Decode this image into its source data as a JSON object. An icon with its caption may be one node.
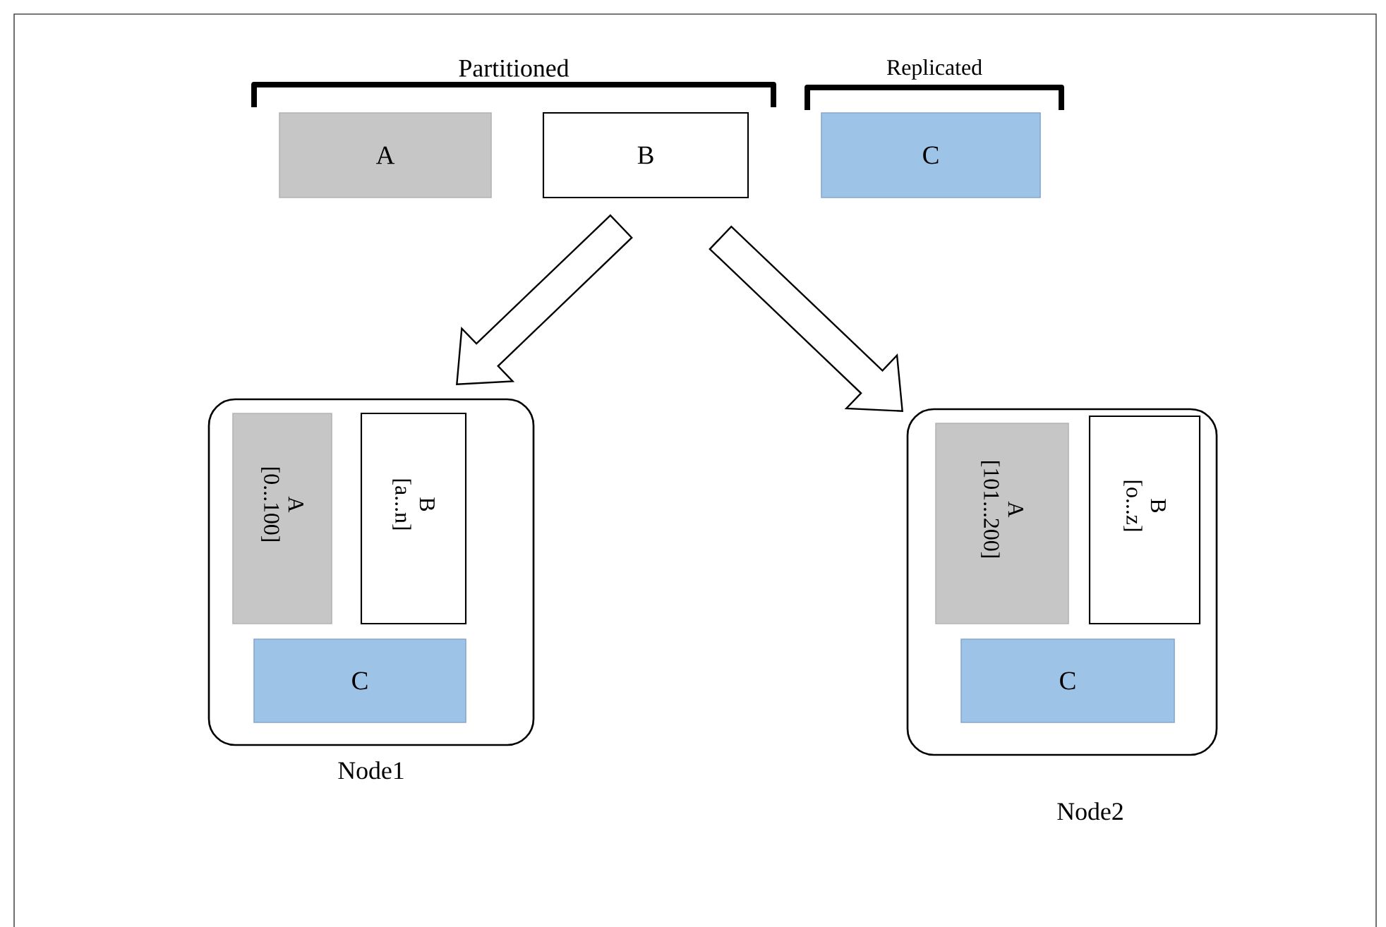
{
  "diagram": {
    "nodes": [
      {
        "text": [
          "A"
        ]
      },
      {
        "text": [
          "B"
        ]
      },
      {
        "text": [
          "C"
        ]
      },
      {
        "text": [
          "Node1"
        ]
      },
      {
        "text": [
          "A",
          "[0...100]"
        ],
        "in": 3
      },
      {
        "text": [
          "B",
          "[a...n]"
        ],
        "in": 3
      },
      {
        "text": [
          "C"
        ],
        "in": 3
      },
      {
        "text": [
          "Node2"
        ]
      },
      {
        "text": [
          "A",
          "[101...200]"
        ],
        "in": 7
      },
      {
        "text": [
          "B",
          "[o...z]"
        ],
        "in": 7
      },
      {
        "text": [
          "C"
        ],
        "in": 7
      }
    ],
    "edges": [
      {
        "from": 1,
        "to": 3,
        "arrow": "to"
      },
      {
        "from": 1,
        "to": 7,
        "arrow": "to"
      }
    ],
    "labels": [
      "Partitioned",
      "Replicated"
    ]
  }
}
